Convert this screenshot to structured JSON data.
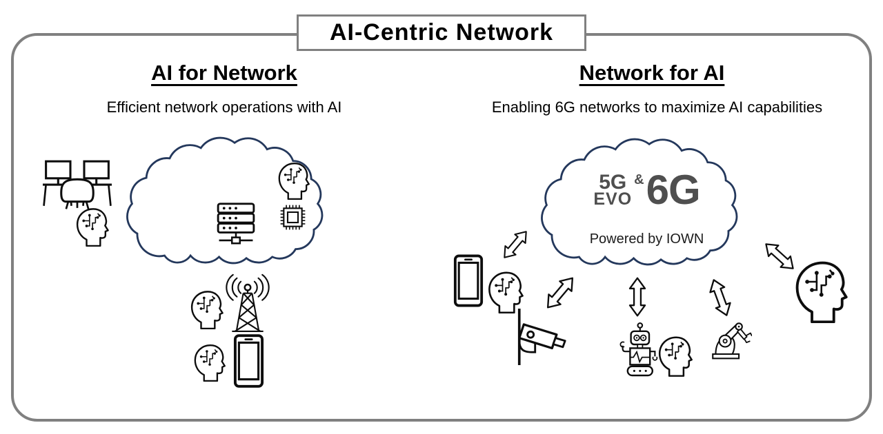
{
  "title": "AI-Centric Network",
  "left": {
    "heading": "AI for Network",
    "subtitle": "Efficient network operations with AI"
  },
  "right": {
    "heading": "Network for AI",
    "subtitle": "Enabling 6G networks to maximize AI capabilities",
    "cloud_logo": {
      "line1": "5G",
      "line2": "EVO",
      "ampersand": "&",
      "main": "6G",
      "caption": "Powered by IOWN"
    }
  },
  "colors": {
    "cloud_stroke": "#24385c",
    "frame_gray": "#808080",
    "logo_gray": "#4f4f4f",
    "icon_black": "#0d0d0d",
    "background": "#ffffff"
  },
  "icons": {
    "cloud": "cloud-icon",
    "ai_head": "ai-head-icon",
    "server": "server-rack-icon",
    "chip": "cpu-chip-icon",
    "workstation": "workstation-icon",
    "tower": "cell-tower-icon",
    "phone": "smartphone-icon",
    "camera": "cctv-camera-icon",
    "robot": "robot-icon",
    "robot_arm": "robot-arm-icon",
    "arrow": "double-arrow-icon"
  }
}
